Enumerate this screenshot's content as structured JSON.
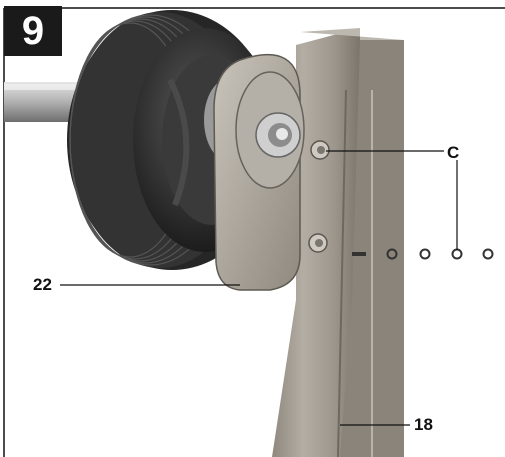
{
  "figure": {
    "step_number": "9",
    "callouts": {
      "c": "C",
      "part_22": "22",
      "part_18": "18"
    }
  },
  "colors": {
    "frame": "#111111",
    "tire": "#2a2a2a",
    "axle": "#b8b8b8",
    "bracket": "#a8a39b",
    "post": "#9c968c"
  }
}
